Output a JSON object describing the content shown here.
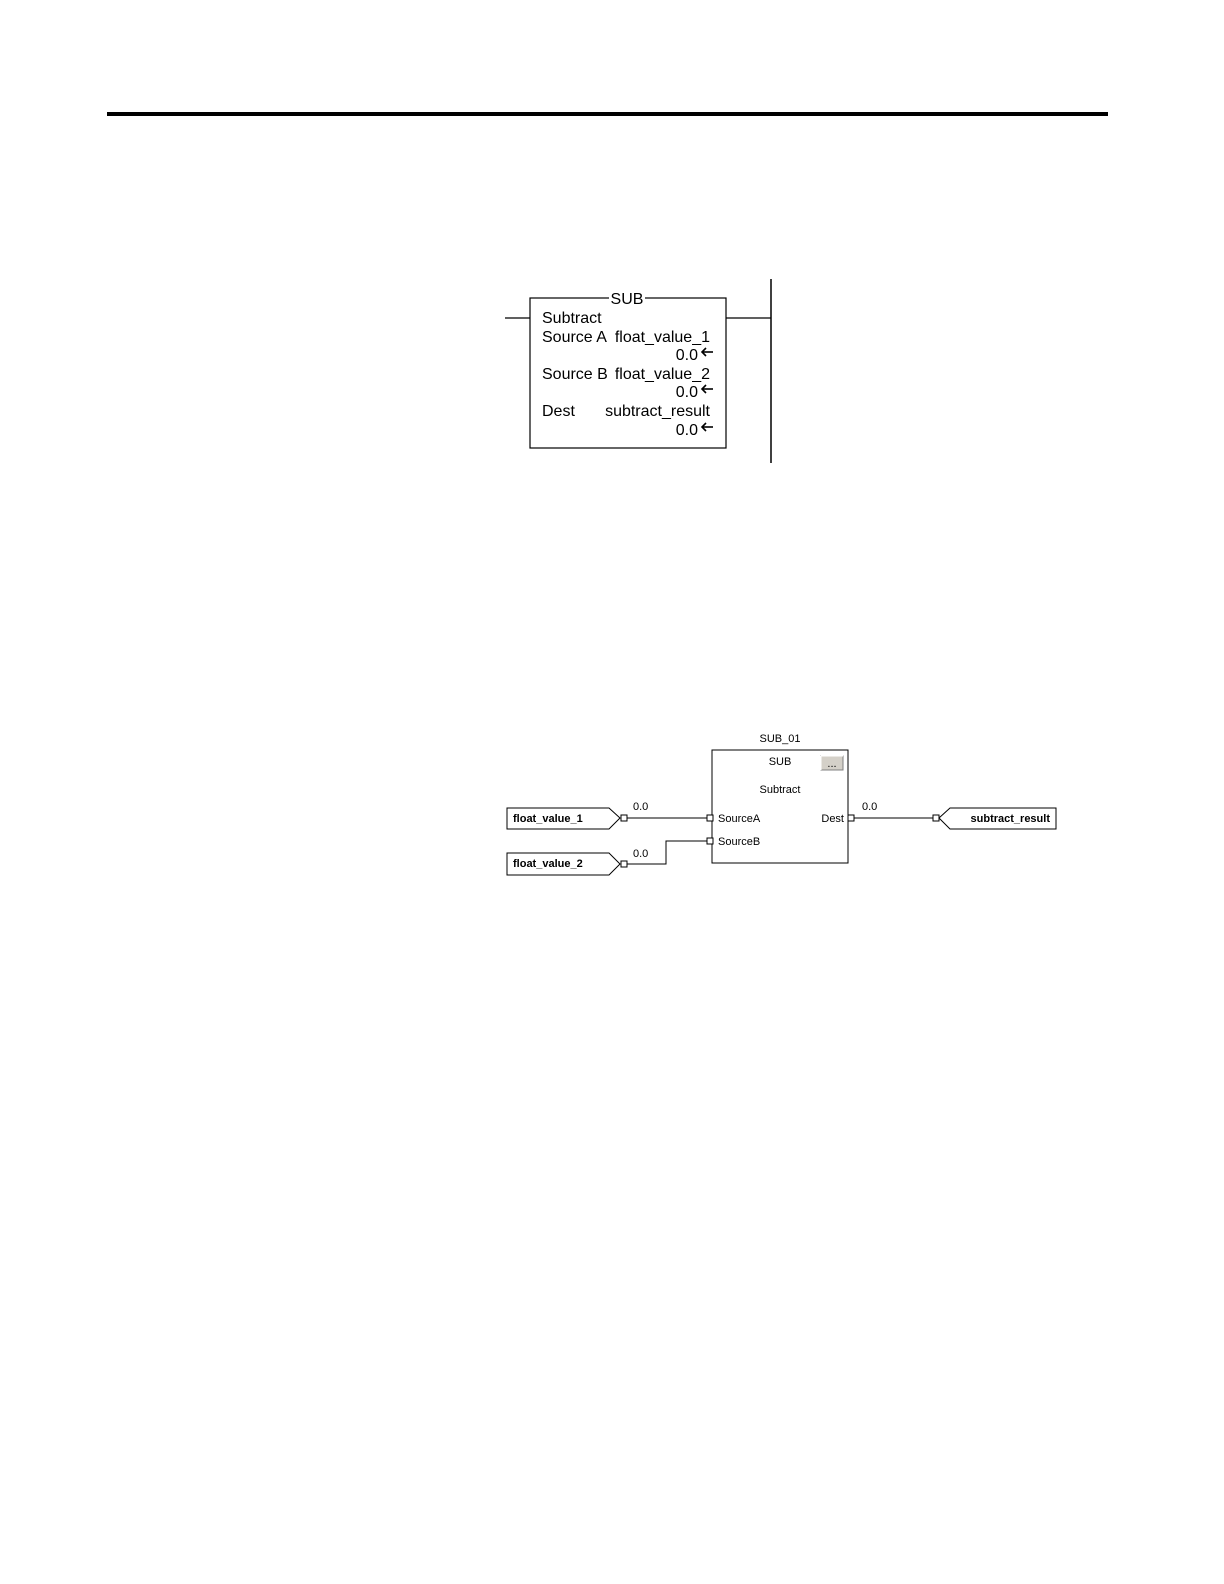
{
  "ladder": {
    "mnemonic": "SUB",
    "description": "Subtract",
    "source_a_label": "Source A",
    "source_a_tag": "float_value_1",
    "source_a_value": "0.0",
    "source_b_label": "Source B",
    "source_b_tag": "float_value_2",
    "source_b_value": "0.0",
    "dest_label": "Dest",
    "dest_tag": "subtract_result",
    "dest_value": "0.0"
  },
  "fbd": {
    "block_name": "SUB_01",
    "mnemonic": "SUB",
    "properties_button": "...",
    "description": "Subtract",
    "pin_source_a": "SourceA",
    "pin_source_b": "SourceB",
    "pin_dest": "Dest",
    "input_1_tag": "float_value_1",
    "input_1_value": "0.0",
    "input_2_tag": "float_value_2",
    "input_2_value": "0.0",
    "output_tag": "subtract_result",
    "output_value": "0.0"
  }
}
